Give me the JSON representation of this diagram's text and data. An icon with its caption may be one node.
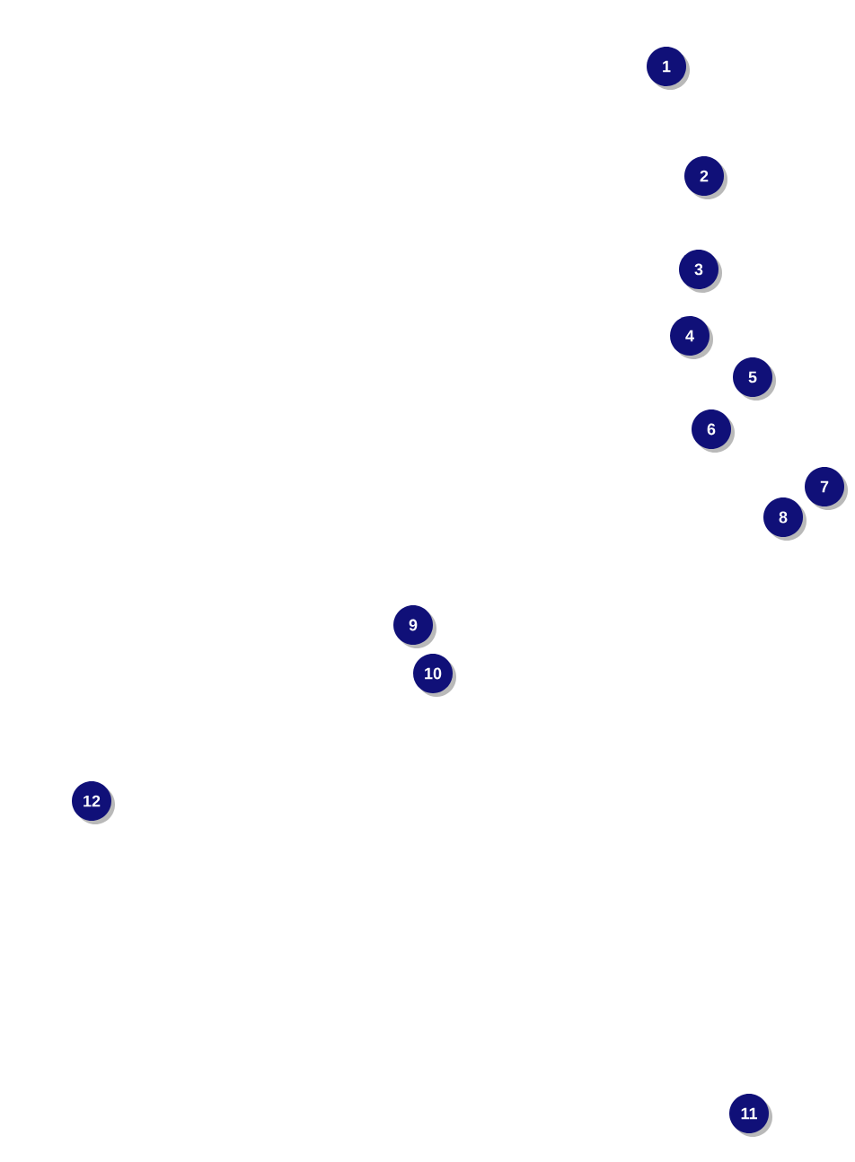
{
  "diagram": {
    "labels": [
      "1",
      "2",
      "3",
      "4",
      "5",
      "6",
      "7",
      "8",
      "9",
      "10",
      "12",
      "11"
    ]
  }
}
